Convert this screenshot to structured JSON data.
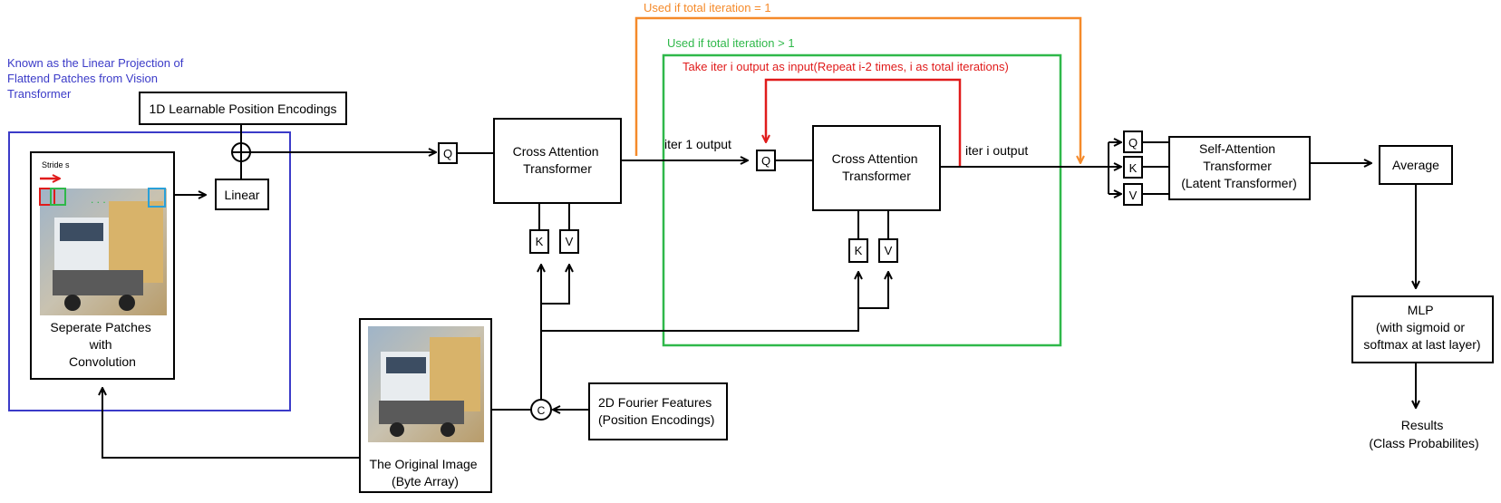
{
  "colors": {
    "black": "#000000",
    "blue": "#3b3bc8",
    "orange": "#f58a2a",
    "green": "#2fb84a",
    "red": "#e01b1b",
    "cyan": "#2aa0d8"
  },
  "annotations": {
    "linear_projection": [
      "Known as the Linear Projection of",
      "Flattend Patches from Vision",
      "Transformer"
    ],
    "orange_label": "Used  if total iteration = 1",
    "green_label": "Used if total iteration > 1",
    "red_label": "Take iter i output as input(Repeat i-2 times, i as total iterations)"
  },
  "boxes": {
    "pos_enc_1d": "1D Learnable Position Encodings",
    "stride": "Stride s",
    "patches": [
      "Seperate Patches",
      "with",
      "Convolution"
    ],
    "linear": "Linear",
    "q1": "Q",
    "cross_attn_1": [
      "Cross Attention",
      "Transformer"
    ],
    "k1": "K",
    "v1": "V",
    "q2": "Q",
    "cross_attn_2": [
      "Cross Attention",
      "Transformer"
    ],
    "k2": "K",
    "v2": "V",
    "q3": "Q",
    "k3": "K",
    "v3": "V",
    "self_attn": [
      "Self-Attention",
      "Transformer",
      "(Latent Transformer)"
    ],
    "average": "Average",
    "mlp": [
      "MLP",
      "(with sigmoid or",
      "softmax at last layer)"
    ],
    "results": [
      "Results",
      "(Class Probabilites)"
    ],
    "original_image": [
      "The Original Image",
      "(Byte Array)"
    ],
    "concat": "C",
    "fourier": [
      "2D Fourier Features",
      "(Position Encodings)"
    ]
  },
  "edge_labels": {
    "iter1_output": "iter 1 output",
    "iteri_output": "iter i output"
  },
  "icons": {
    "image_thumbnail": "truck-photo",
    "add_symbol": "plus-circle"
  }
}
